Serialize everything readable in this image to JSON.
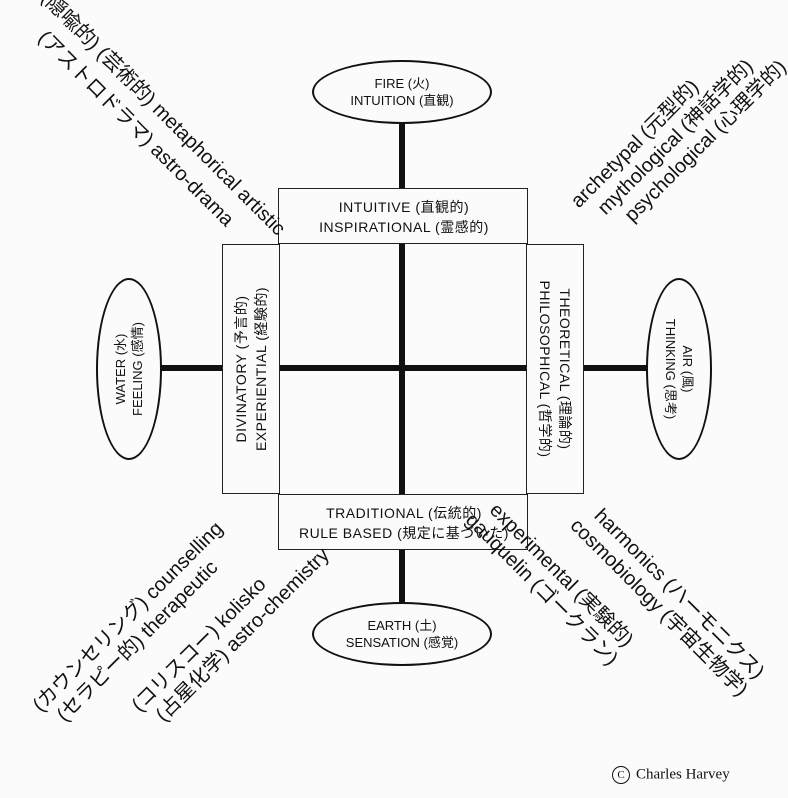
{
  "elements": {
    "fire": {
      "line1": "FIRE (火)",
      "line2": "INTUITION (直観)"
    },
    "earth": {
      "line1": "EARTH (土)",
      "line2": "SENSATION (感覚)"
    },
    "water": {
      "line1": "WATER (水)",
      "line2": "FEELING (感情)"
    },
    "air": {
      "line1": "AIR (風)",
      "line2": "THINKING (思考)"
    }
  },
  "panels": {
    "top": {
      "line1": "INTUITIVE (直観的)",
      "line2": "INSPIRATIONAL (霊感的)"
    },
    "bottom": {
      "line1": "TRADITIONAL (伝統的)",
      "line2": "RULE BASED (規定に基づいた)"
    },
    "left": {
      "line1": "DIVINATORY (予言的)",
      "line2": "EXPERIENTIAL (経験的)"
    },
    "right": {
      "line1": "THEORETICAL (理論的)",
      "line2": "PHILOSOPHICAL (哲学的)"
    }
  },
  "corners": {
    "top_left": {
      "line1": "(アストロドラマ) astro-drama",
      "line2": "(隠喩的) (芸術的) metaphorical artistic"
    },
    "top_right": {
      "line1": "archetypal (元型的)",
      "line2": "mythological (神話学的)",
      "line3": "psychological (心理学的)"
    },
    "bottom_left": {
      "line1": "(カウンセリング) counselling",
      "line2": "(セラピー的) therapeutic",
      "line3": "(コリスコー) kolisko",
      "line4": "(占星化学) astro-chemistry"
    },
    "bottom_right": {
      "line1": "harmonics (ハーモニクス)",
      "line2": "cosmobiology (宇宙生物学)",
      "line3": "experimental (実験的)",
      "line4": "gauquelin (ゴークラン)"
    }
  },
  "credit": {
    "symbol": "C",
    "text": "Charles Harvey"
  }
}
